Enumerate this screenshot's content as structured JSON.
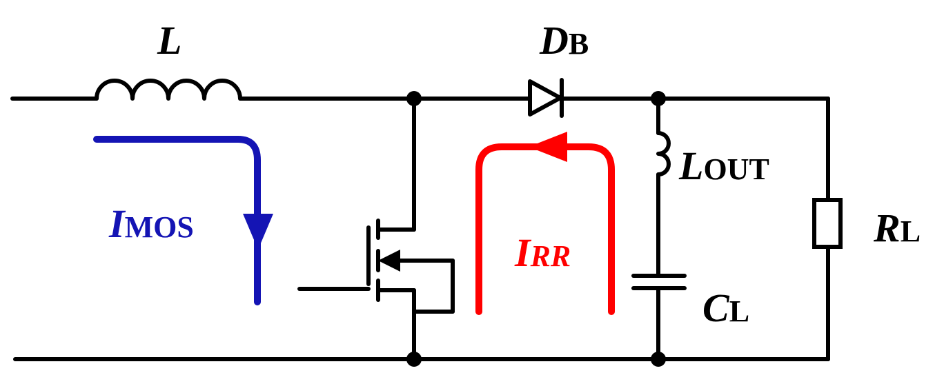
{
  "labels": {
    "inductor_L": {
      "main": "L",
      "sub": ""
    },
    "diode": {
      "main": "D",
      "sub": "B"
    },
    "output_inductor": {
      "main": "L",
      "sub": "OUT"
    },
    "load_resistor": {
      "main": "R",
      "sub": "L"
    },
    "load_capacitor": {
      "main": "C",
      "sub": "L"
    },
    "mos_current": {
      "main": "I",
      "sub": "MOS"
    },
    "rr_current": {
      "main": "I",
      "sub": "RR"
    }
  },
  "colors": {
    "wire": "#000000",
    "mos_current": "#1414b4",
    "rr_current": "#ff0000"
  }
}
